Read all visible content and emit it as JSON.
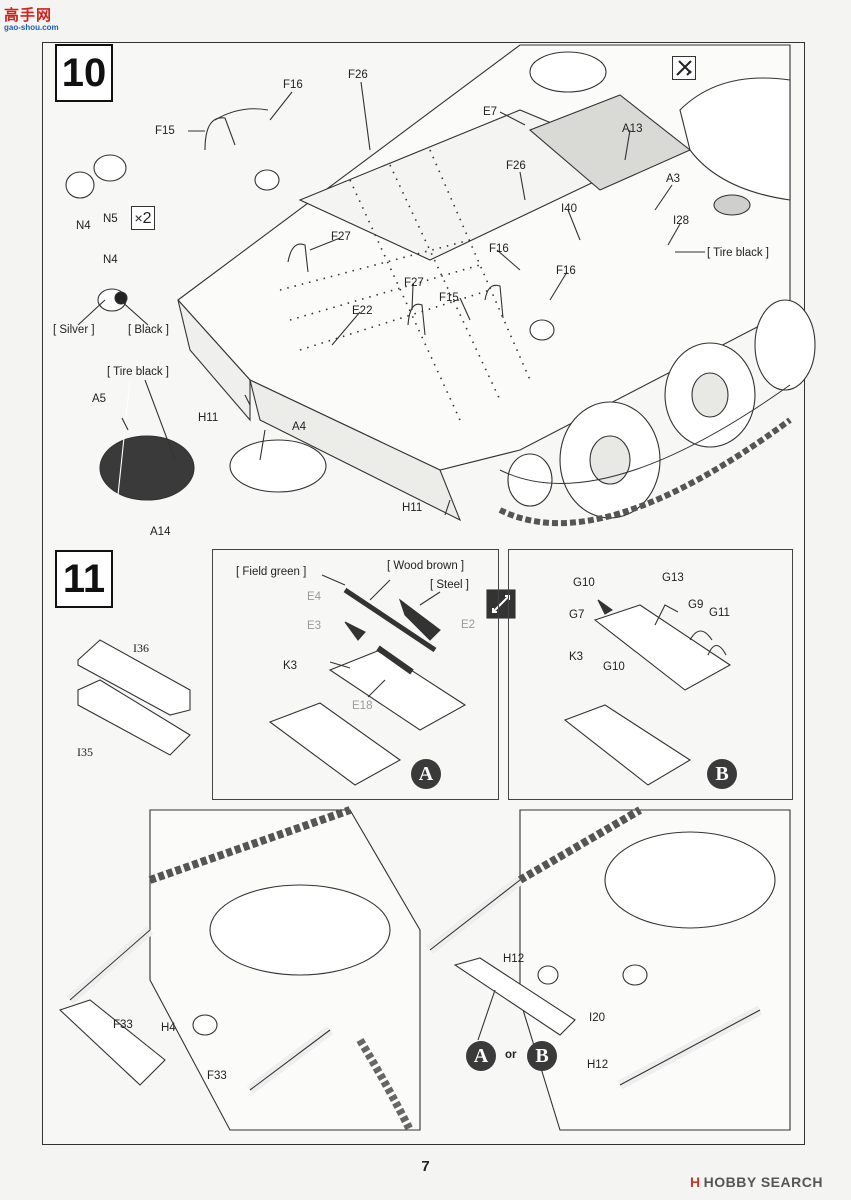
{
  "watermark": {
    "name_cn": "高手网",
    "url": "gao-shou.com"
  },
  "step10": {
    "number": "10",
    "multiplier": "2",
    "labels": {
      "F26a": "F26",
      "F16a": "F16",
      "F15a": "F15",
      "E7": "E7",
      "A13": "A13",
      "F26b": "F26",
      "A3": "A3",
      "N4a": "N4",
      "N5": "N5",
      "I40": "I40",
      "I28": "I28",
      "tire_black_a": "[ Tire black ]",
      "F27a": "F27",
      "F16b": "F16",
      "N4b": "N4",
      "F16c": "F16",
      "F27b": "F27",
      "F15b": "F15",
      "silver": "[ Silver ]",
      "black": "[ Black ]",
      "E22": "E22",
      "tire_black_b": "[ Tire black ]",
      "A5": "A5",
      "H11a": "H11",
      "A4": "A4",
      "H11b": "H11",
      "A14": "A14"
    }
  },
  "step11": {
    "number": "11",
    "labels": {
      "I36": "I36",
      "I35": "I35",
      "F33a": "F33",
      "H4": "H4",
      "F33b": "F33",
      "H12a": "H12",
      "I20": "I20",
      "H12b": "H12",
      "or": "or"
    }
  },
  "subA": {
    "badge": "A",
    "labels": {
      "field_green": "[ Field green ]",
      "wood_brown": "[ Wood brown ]",
      "steel": "[ Steel ]",
      "E4": "E4",
      "E3": "E3",
      "E2": "E2",
      "K3": "K3",
      "E18": "E18"
    }
  },
  "subB": {
    "badge": "B",
    "labels": {
      "G10a": "G10",
      "G13": "G13",
      "G7": "G7",
      "G9": "G9",
      "G11": "G11",
      "K3": "K3",
      "G10b": "G10"
    }
  },
  "bottom_right": {
    "badge_a": "A",
    "badge_b": "B"
  },
  "footer": {
    "page_number": "7",
    "brand_prefix": "H",
    "brand": "HOBBY SEARCH"
  }
}
